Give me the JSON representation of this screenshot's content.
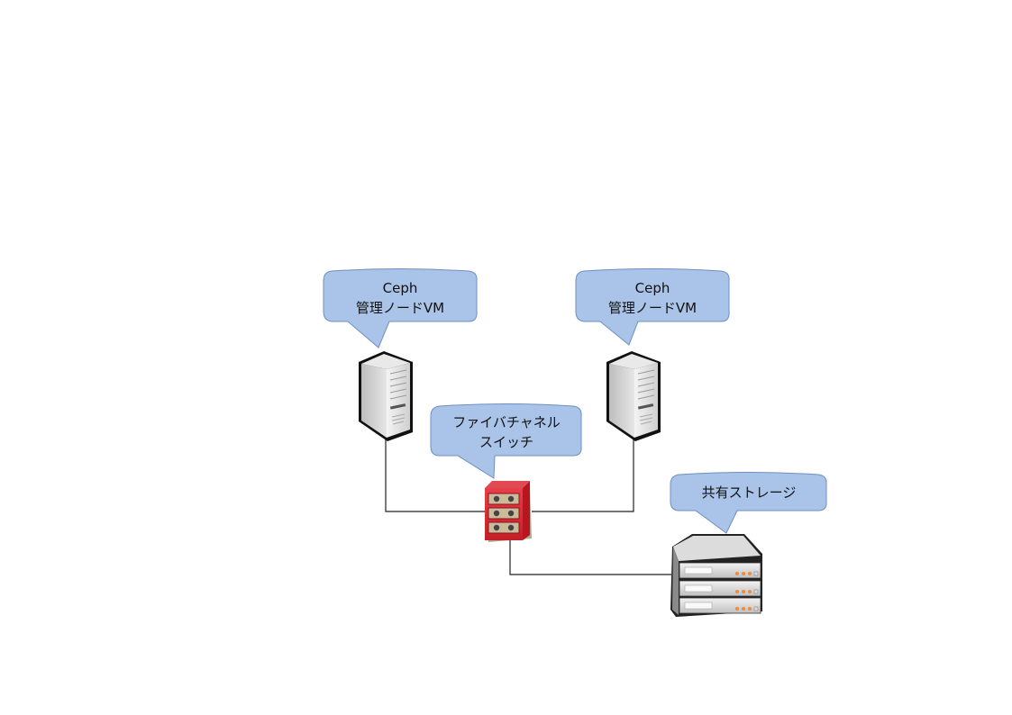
{
  "diagram": {
    "title": "",
    "nodes": [
      {
        "id": "vm1",
        "type": "tower-server",
        "callout": [
          "Ceph",
          "管理ノードVM"
        ]
      },
      {
        "id": "vm2",
        "type": "tower-server",
        "callout": [
          "Ceph",
          "管理ノードVM"
        ]
      },
      {
        "id": "fc-switch",
        "type": "switch",
        "callout": [
          "ファイバチャネル",
          "スイッチ"
        ]
      },
      {
        "id": "storage",
        "type": "rack-storage",
        "callout": [
          "共有ストレージ"
        ]
      }
    ],
    "edges": [
      {
        "from": "vm1",
        "to": "fc-switch"
      },
      {
        "from": "vm2",
        "to": "fc-switch"
      },
      {
        "from": "fc-switch",
        "to": "storage"
      }
    ],
    "colors": {
      "callout_fill": "#a9c4e8",
      "callout_stroke": "#6f8fbf",
      "switch_red": "#d7282f",
      "connector": "#222222",
      "led_orange": "#f08a3c"
    }
  }
}
